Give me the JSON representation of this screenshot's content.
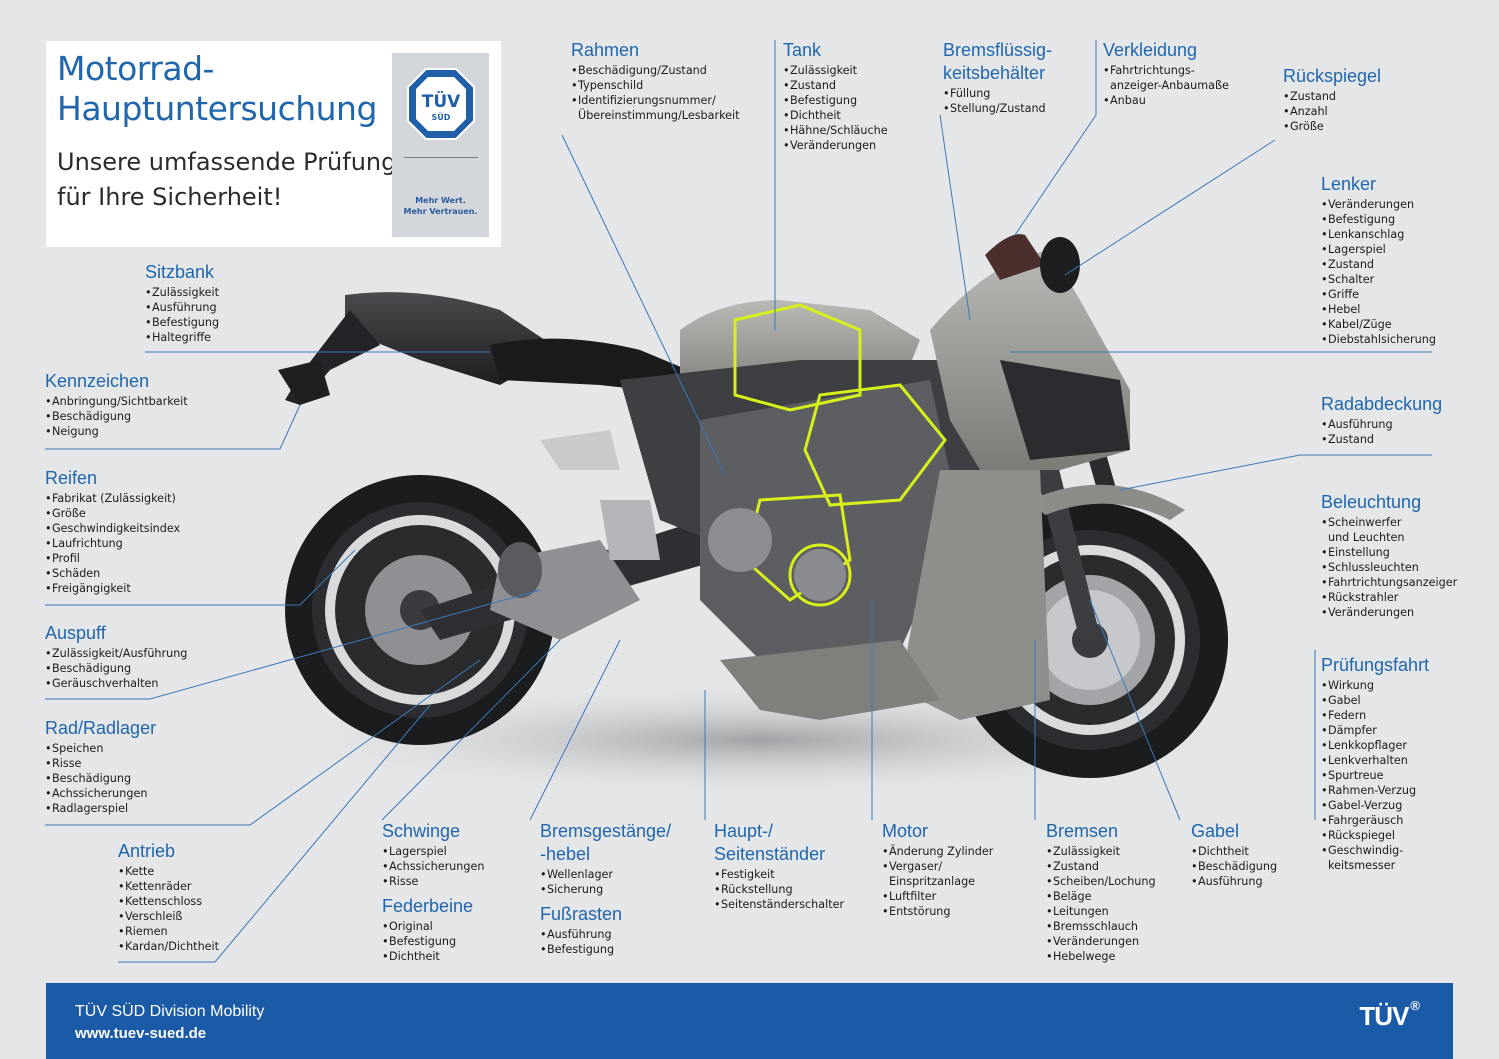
{
  "header": {
    "title_lines": [
      "Motorrad-",
      "Hauptuntersuchung"
    ],
    "subtitle_lines": [
      "Unsere umfassende Prüfung",
      "für Ihre Sicherheit!"
    ],
    "logo_text": "TÜV",
    "logo_subtext": "SÜD",
    "logo_tagline": [
      "Mehr Wert.",
      "Mehr Vertrauen."
    ]
  },
  "callouts": {
    "sitzbank": {
      "title": [
        "Sitzbank"
      ],
      "items": [
        "Zulässigkeit",
        "Ausführung",
        "Befestigung",
        "Haltegriffe"
      ]
    },
    "kennzeichen": {
      "title": [
        "Kennzeichen"
      ],
      "items": [
        "Anbringung/Sichtbarkeit",
        "Beschädigung",
        "Neigung"
      ]
    },
    "reifen": {
      "title": [
        "Reifen"
      ],
      "items": [
        "Fabrikat (Zulässigkeit)",
        "Größe",
        "Geschwindigkeitsindex",
        "Laufrichtung",
        "Profil",
        "Schäden",
        "Freigängigkeit"
      ]
    },
    "auspuff": {
      "title": [
        "Auspuff"
      ],
      "items": [
        "Zulässigkeit/Ausführung",
        "Beschädigung",
        "Geräuschverhalten"
      ]
    },
    "rad": {
      "title": [
        "Rad/Radlager"
      ],
      "items": [
        "Speichen",
        "Risse",
        "Beschädigung",
        "Achssicherungen",
        "Radlagerspiel"
      ]
    },
    "antrieb": {
      "title": [
        "Antrieb"
      ],
      "items": [
        "Kette",
        "Kettenräder",
        "Kettenschloss",
        "Verschleiß",
        "Riemen",
        "Kardan/Dichtheit"
      ]
    },
    "schwinge": {
      "title": [
        "Schwinge"
      ],
      "items": [
        "Lagerspiel",
        "Achssicherungen",
        "Risse"
      ]
    },
    "federbeine": {
      "title": [
        "Federbeine"
      ],
      "items": [
        "Original",
        "Befestigung",
        "Dichtheit"
      ]
    },
    "bremsgestaenge": {
      "title": [
        "Bremsgestänge/",
        "-hebel"
      ],
      "items": [
        "Wellenlager",
        "Sicherung"
      ]
    },
    "fussrasten": {
      "title": [
        "Fußrasten"
      ],
      "items": [
        "Ausführung",
        "Befestigung"
      ]
    },
    "staender": {
      "title": [
        "Haupt-/",
        "Seitenständer"
      ],
      "items": [
        "Festigkeit",
        "Rückstellung",
        "Seitenständerschalter"
      ]
    },
    "motor": {
      "title": [
        "Motor"
      ],
      "items": [
        "Änderung Zylinder",
        [
          "Vergaser/",
          "Einspritzanlage"
        ],
        "Luftfilter",
        "Entstörung"
      ]
    },
    "bremsen": {
      "title": [
        "Bremsen"
      ],
      "items": [
        "Zulässigkeit",
        "Zustand",
        "Scheiben/Lochung",
        "Beläge",
        "Leitungen",
        "Bremsschlauch",
        "Veränderungen",
        "Hebelwege"
      ]
    },
    "gabel": {
      "title": [
        "Gabel"
      ],
      "items": [
        "Dichtheit",
        "Beschädigung",
        "Ausführung"
      ]
    },
    "rahmen": {
      "title": [
        "Rahmen"
      ],
      "items": [
        "Beschädigung/Zustand",
        "Typenschild",
        [
          "Identifizierungsnummer/",
          "Übereinstimmung/Lesbarkeit"
        ]
      ]
    },
    "tank": {
      "title": [
        "Tank"
      ],
      "items": [
        "Zulässigkeit",
        "Zustand",
        "Befestigung",
        "Dichtheit",
        "Hähne/Schläuche",
        "Veränderungen"
      ]
    },
    "bremsfluessigkeit": {
      "title": [
        "Bremsflüssig-",
        "keitsbehälter"
      ],
      "items": [
        "Füllung",
        "Stellung/Zustand"
      ]
    },
    "verkleidung": {
      "title": [
        "Verkleidung"
      ],
      "items": [
        [
          "Fahrtrichtungs-",
          "anzeiger-Anbaumaße"
        ],
        "Anbau"
      ]
    },
    "rueckspiegel": {
      "title": [
        "Rückspiegel"
      ],
      "items": [
        "Zustand",
        "Anzahl",
        "Größe"
      ]
    },
    "lenker": {
      "title": [
        "Lenker"
      ],
      "items": [
        "Veränderungen",
        "Befestigung",
        "Lenkanschlag",
        "Lagerspiel",
        "Zustand",
        "Schalter",
        "Griffe",
        "Hebel",
        "Kabel/Züge",
        "Diebstahlsicherung"
      ]
    },
    "radabdeckung": {
      "title": [
        "Radabdeckung"
      ],
      "items": [
        "Ausführung",
        "Zustand"
      ]
    },
    "beleuchtung": {
      "title": [
        "Beleuchtung"
      ],
      "items": [
        [
          "Scheinwerfer",
          "und Leuchten"
        ],
        "Einstellung",
        "Schlussleuchten",
        "Fahrtrichtungsanzeiger",
        "Rückstrahler",
        "Veränderungen"
      ]
    },
    "pruefungsfahrt": {
      "title": [
        "Prüfungsfahrt"
      ],
      "items": [
        "Wirkung",
        "Gabel",
        "Federn",
        "Dämpfer",
        "Lenkkopflager",
        "Lenkverhalten",
        "Spurtreue",
        "Rahmen-Verzug",
        "Gabel-Verzug",
        "Fahrgeräusch",
        "Rückspiegel",
        [
          "Geschwindig-",
          "keitsmesser"
        ]
      ]
    }
  },
  "footer": {
    "division": "TÜV SÜD Division Mobility",
    "url": "www.tuev-sued.de",
    "logo": "TÜV",
    "registered": "®"
  },
  "colors": {
    "accent_blue": "#1f66ad",
    "footer_blue": "#1b5aa6",
    "background": "#e5e6e8",
    "highlight": "#d7ef1a"
  }
}
